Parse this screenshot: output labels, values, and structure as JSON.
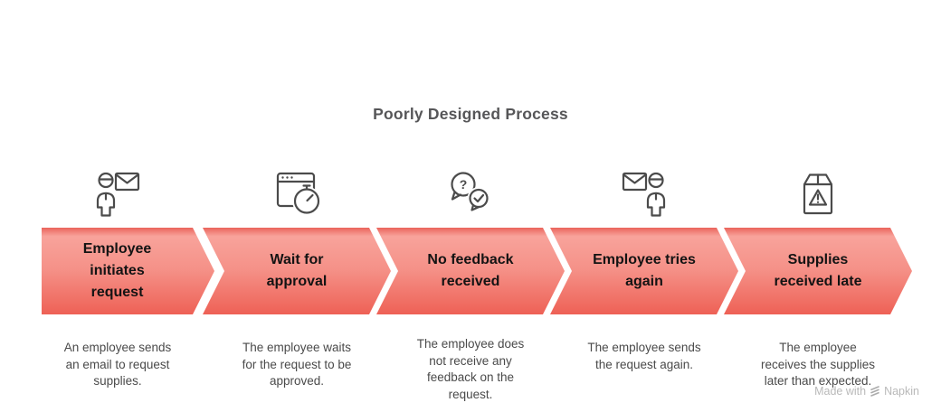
{
  "title": "Poorly Designed Process",
  "steps": [
    {
      "icon": "person-email-icon",
      "label": "Employee\ninitiates\nrequest",
      "description": "An employee sends\nan email to request\nsupplies."
    },
    {
      "icon": "browser-stopwatch-icon",
      "label": "Wait for\napproval",
      "description": "The employee waits\nfor the request to be\napproved."
    },
    {
      "icon": "chat-question-check-icon",
      "label": "No feedback\nreceived",
      "description": "The employee does\nnot receive any\nfeedback on the\nrequest."
    },
    {
      "icon": "email-person-icon",
      "label": "Employee tries\nagain",
      "description": "The employee sends\nthe request again."
    },
    {
      "icon": "box-warning-icon",
      "label": "Supplies\nreceived late",
      "description": "The employee\nreceives the supplies\nlater than expected."
    }
  ],
  "icon_glyphs": {
    "question_mark": "?"
  },
  "watermark": {
    "made_with": "Made with",
    "brand": "Napkin"
  },
  "colors": {
    "chevron_top": "#ea645b",
    "chevron_light": "#f8a39b",
    "chevron_bottom": "#ee6156",
    "title_text": "#565658",
    "label_text": "#131313",
    "description_text": "#4a4a4a",
    "icon_stroke": "#4b4b4b",
    "watermark_text": "#b9b9b9"
  }
}
